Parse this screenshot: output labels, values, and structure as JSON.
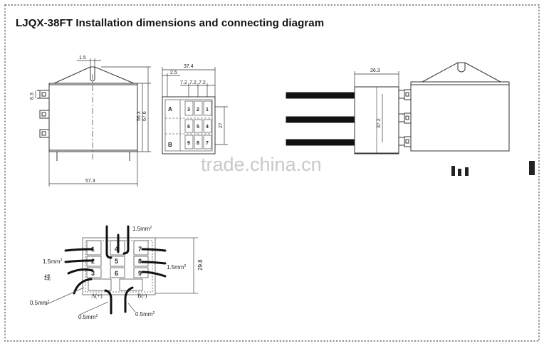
{
  "title": "LJQX-38FT Installation dimensions and connecting diagram",
  "watermark": "trade.china.cn",
  "front_view": {
    "dims": [
      "1.5",
      "6.3",
      "56.3",
      "67.6",
      "57.3"
    ]
  },
  "terminal_view": {
    "dims": [
      "37.4",
      "2.5",
      "7.2",
      "7.2",
      "7.2",
      "27"
    ],
    "row_a": "A",
    "row_b": "B",
    "pins": [
      "3",
      "2",
      "1",
      "6",
      "5",
      "4",
      "9",
      "8",
      "7"
    ]
  },
  "side_view": {
    "dims": [
      "26.3",
      "37.2"
    ]
  },
  "wiring": {
    "pins": [
      "1",
      "2",
      "3",
      "4",
      "5",
      "6",
      "7",
      "8",
      "9"
    ],
    "a_label": "A(+)",
    "b_label": "B(-)",
    "dim": "29.8",
    "wire_top": "1.5mm",
    "wire_left": "1.5mm",
    "wire_right": "1.5mm",
    "wire_sup": "2",
    "wire_small_left": "0.5mm",
    "wire_small_mid": "0.5mm",
    "wire_small_right": "0.5mm",
    "char": "线"
  }
}
